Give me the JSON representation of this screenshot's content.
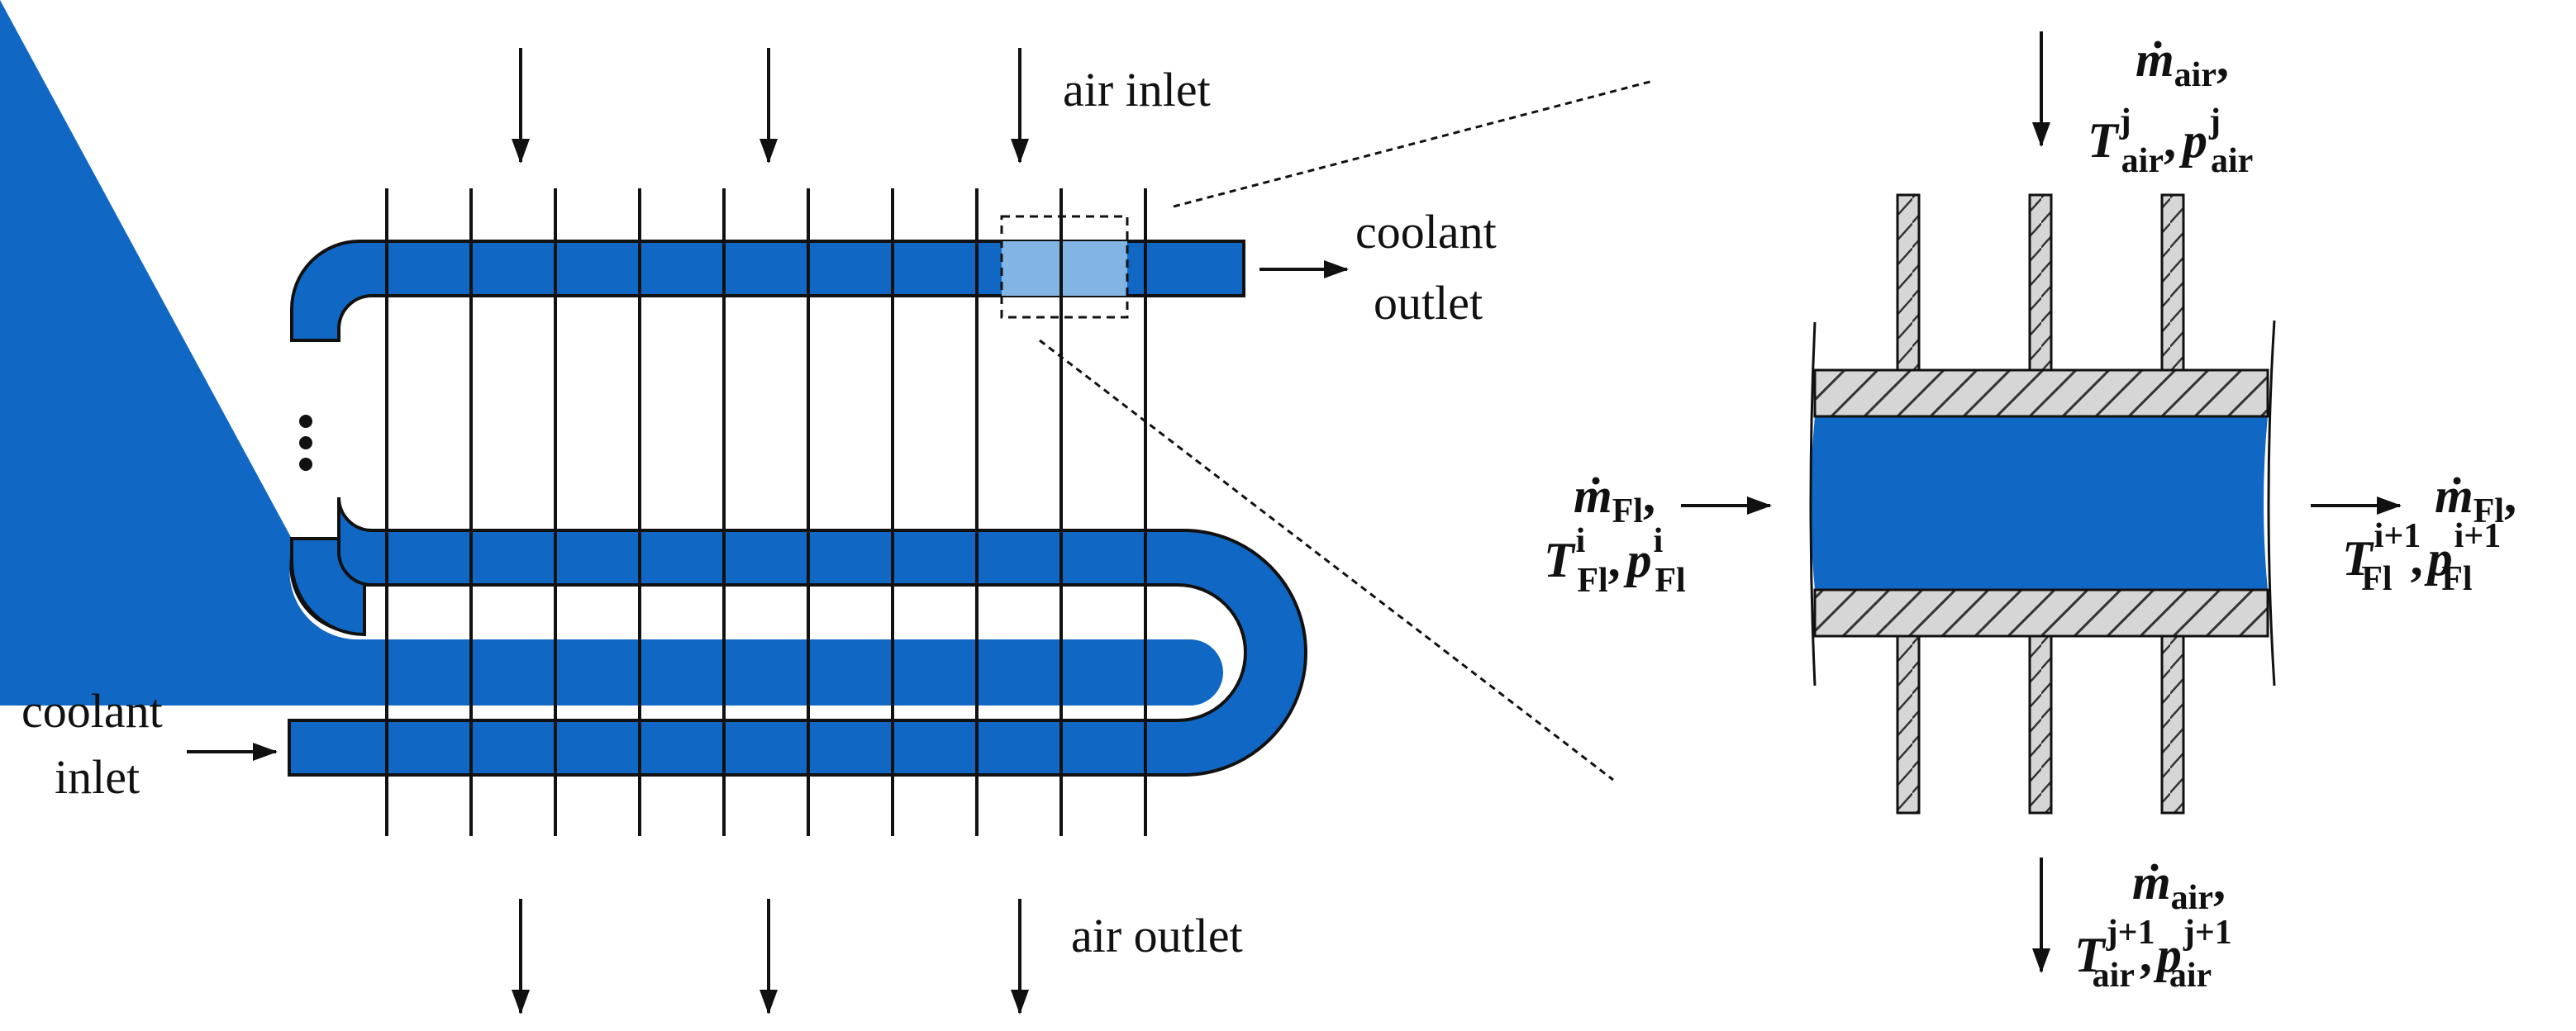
{
  "colors": {
    "coolant": "#1068c4",
    "coolant_highlight": "#82b4e4",
    "wall_fill": "#d6d6d6",
    "stroke": "#111111"
  },
  "labels": {
    "air_inlet": "air inlet",
    "air_outlet": "air outlet",
    "coolant_outlet_line1": "coolant",
    "coolant_outlet_line2": "outlet",
    "coolant_inlet_line1": "coolant",
    "coolant_inlet_line2": "inlet"
  },
  "math": {
    "m": "ṁ",
    "T": "T",
    "p": "p",
    "comma": ",",
    "air": "air",
    "fl": "Fl",
    "i": "i",
    "j": "j",
    "i_plus_1": "i+1",
    "j_plus_1": "j+1"
  }
}
